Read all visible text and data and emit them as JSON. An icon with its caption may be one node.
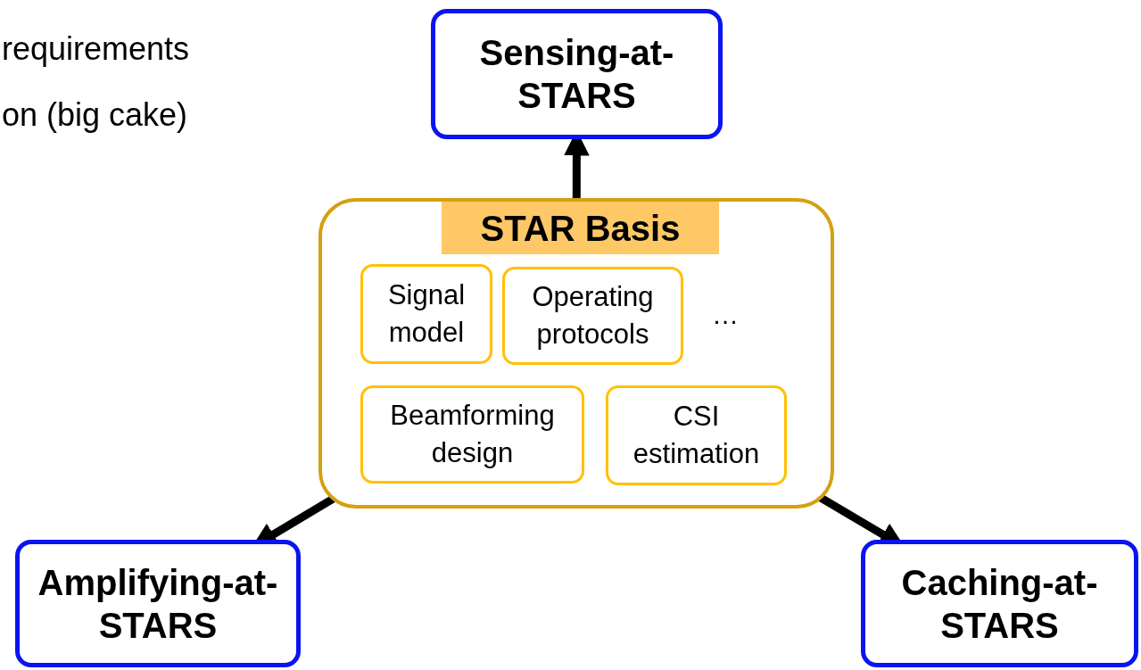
{
  "diagram": {
    "nodes": [
      {
        "text": [
          "Sensing-at-STARS"
        ]
      },
      {
        "text": [
          "STAR Basis"
        ]
      },
      {
        "text": [
          "Signal model"
        ],
        "in": 1
      },
      {
        "text": [
          "Operating protocols"
        ],
        "in": 1
      },
      {
        "text": [
          "Beamforming design"
        ],
        "in": 1
      },
      {
        "text": [
          "CSI estimation"
        ],
        "in": 1
      },
      {
        "text": [
          "Amplifying-at-STARS"
        ]
      },
      {
        "text": [
          "Caching-at-STARS"
        ]
      }
    ],
    "edges": [
      {
        "from": 1,
        "to": 0,
        "arrow": "to"
      },
      {
        "from": 1,
        "to": 6,
        "arrow": "to"
      },
      {
        "from": 1,
        "to": 7,
        "arrow": "to"
      }
    ],
    "labels": [
      "requirements",
      "on (big cake)",
      "…"
    ]
  }
}
